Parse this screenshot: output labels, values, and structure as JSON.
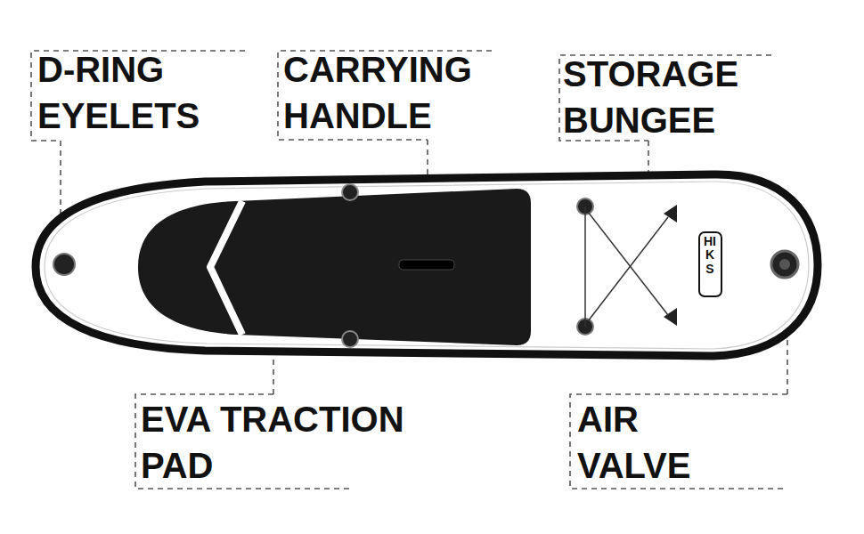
{
  "diagram": {
    "labels": [
      "D-RING EYELETS",
      "CARRYING HANDLE",
      "STORAGE BUNGEE",
      "EVA TRACTION PAD",
      "AIR VALVE",
      "HIKS"
    ]
  }
}
